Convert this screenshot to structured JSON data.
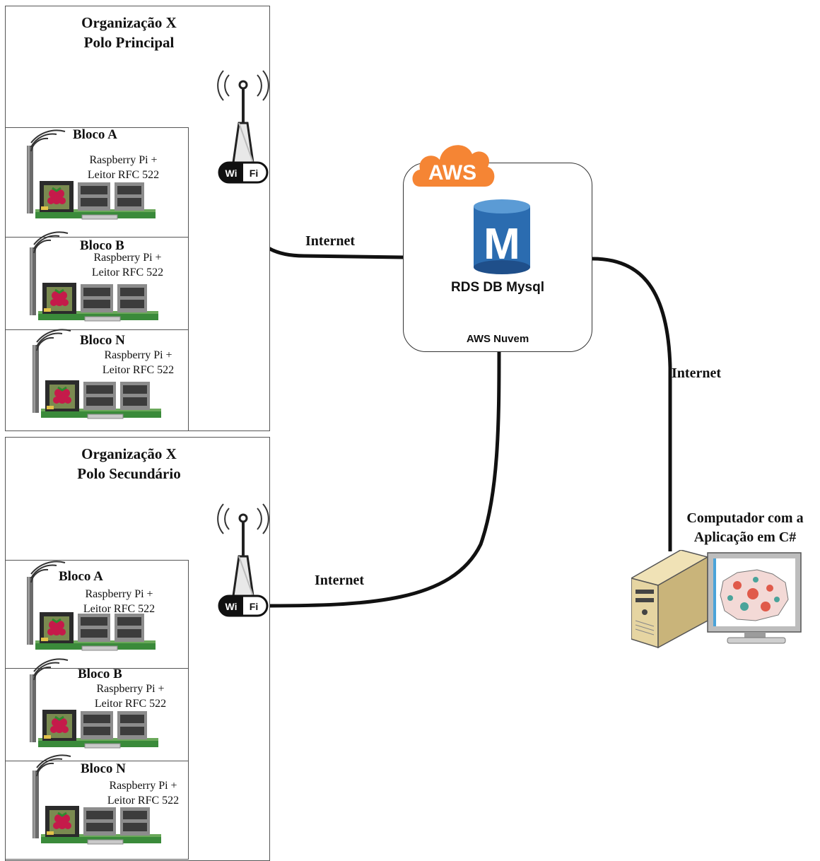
{
  "org_primary": {
    "line1": "Organização X",
    "line2": "Polo Principal"
  },
  "org_secondary": {
    "line1": "Organização X",
    "line2": "Polo Secundário"
  },
  "primary_blocks": [
    {
      "name": "Bloco A",
      "desc1": "Raspberry Pi +",
      "desc2": "Leitor RFC 522"
    },
    {
      "name": "Bloco B",
      "desc1": "Raspberry Pi +",
      "desc2": "Leitor RFC 522"
    },
    {
      "name": "Bloco N",
      "desc1": "Raspberry Pi +",
      "desc2": "Leitor RFC 522"
    }
  ],
  "secondary_blocks": [
    {
      "name": "Bloco A",
      "desc1": "Raspberry Pi +",
      "desc2": "Leitor RFC 522"
    },
    {
      "name": "Bloco B",
      "desc1": "Raspberry Pi +",
      "desc2": "Leitor RFC 522"
    },
    {
      "name": "Bloco N",
      "desc1": "Raspberry Pi +",
      "desc2": "Leitor RFC 522"
    }
  ],
  "wifi": {
    "wi": "Wi",
    "fi": "Fi"
  },
  "aws": {
    "logo": "AWS",
    "db_icon_letter": "M",
    "db_label": "RDS DB Mysql",
    "cloud_label": "AWS Nuvem"
  },
  "links": {
    "primary": "Internet",
    "secondary": "Internet",
    "computer": "Internet"
  },
  "computer": {
    "line1": "Computador com a",
    "line2": "Aplicação em C#"
  },
  "colors": {
    "aws_orange": "#f58534",
    "db_blue": "#2b6cb0",
    "raspberry": "#c51a4a",
    "board_green": "#3a8a3a"
  }
}
